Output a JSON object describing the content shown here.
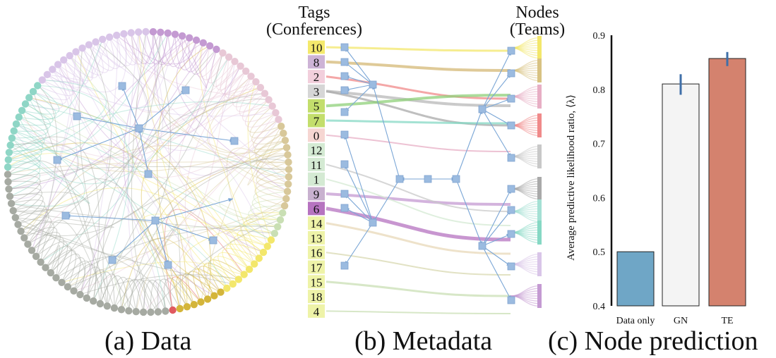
{
  "panel_a": {
    "caption": "(a) Data",
    "palette": [
      "#e05a60",
      "#d4b53a",
      "#f3e76b",
      "#c9dfb4",
      "#d8c89a",
      "#e8c8d6",
      "#c49ad2",
      "#d9c5e8",
      "#8fd6c6",
      "#a6aaa2"
    ]
  },
  "panel_b": {
    "caption": "(b) Metadata",
    "left_header": [
      "Tags",
      "(Conferences)"
    ],
    "right_header": [
      "Nodes",
      "(Teams)"
    ],
    "tags": [
      {
        "label": "10",
        "color": "#f4e96c"
      },
      {
        "label": "8",
        "color": "#cdb3d6"
      },
      {
        "label": "2",
        "color": "#f2cfdc"
      },
      {
        "label": "3",
        "color": "#d6d6d6"
      },
      {
        "label": "5",
        "color": "#c3de6c"
      },
      {
        "label": "7",
        "color": "#c3de6c"
      },
      {
        "label": "0",
        "color": "#f6d6d2"
      },
      {
        "label": "12",
        "color": "#d4ead3"
      },
      {
        "label": "11",
        "color": "#d4ead3"
      },
      {
        "label": "1",
        "color": "#d4ead3"
      },
      {
        "label": "9",
        "color": "#c8b1cf"
      },
      {
        "label": "6",
        "color": "#b673c0"
      },
      {
        "label": "14",
        "color": "#eef3a8"
      },
      {
        "label": "13",
        "color": "#eef3a8"
      },
      {
        "label": "16",
        "color": "#eef3a8"
      },
      {
        "label": "17",
        "color": "#eef3a8"
      },
      {
        "label": "15",
        "color": "#eef3a8"
      },
      {
        "label": "18",
        "color": "#eef3a8"
      },
      {
        "label": "4",
        "color": "#eef3a8"
      }
    ],
    "team_colors": [
      "#f3e76b",
      "#d8c282",
      "#e7aec4",
      "#f08a8a",
      "#c8c8c8",
      "#a9a9a9",
      "#a4e0d4",
      "#86d8c4",
      "#d9c5e8",
      "#c49ad2",
      "#e8cfe0",
      "#e8d8b8",
      "#d8d8b0",
      "#c9dfb4",
      "#c9dfb4"
    ]
  },
  "panel_c": {
    "caption": "(c) Node prediction",
    "bar_colors": [
      "#6fa6c6",
      "#f4f4f4",
      "#d4826e"
    ],
    "errorbar_color": "#3f6fa8"
  },
  "chart_data": {
    "type": "bar",
    "categories": [
      "Data only",
      "GN",
      "TE"
    ],
    "values": [
      0.5,
      0.81,
      0.857
    ],
    "error": [
      [
        0.5,
        0.5
      ],
      [
        0.79,
        0.828
      ],
      [
        0.843,
        0.869
      ]
    ],
    "ylabel": "Average predictive likelihood ratio, ⟨λ⟩",
    "ylim": [
      0.4,
      0.9
    ],
    "yticks": [
      0.4,
      0.5,
      0.6,
      0.7,
      0.8,
      0.9
    ],
    "grid": false
  }
}
